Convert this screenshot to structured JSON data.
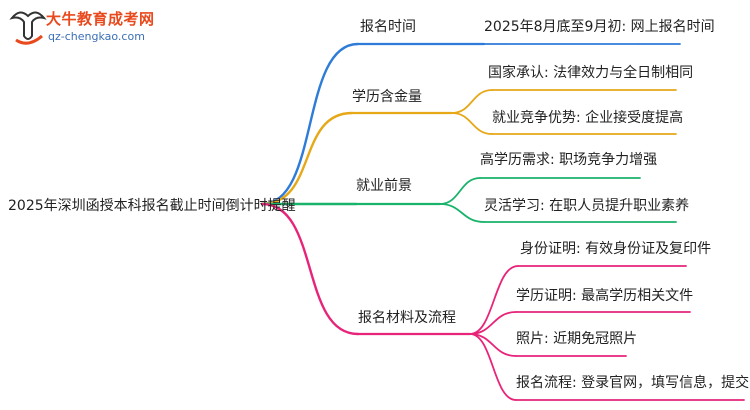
{
  "watermark": {
    "title": "大牛教育成考网",
    "url": "qz-chengkao.com"
  },
  "root": "2025年深圳函授本科报名截止时间倒计时提醒",
  "branches": [
    {
      "label": "报名时间",
      "color": "#2e7bd8",
      "children": [
        "2025年8月底至9月初: 网上报名时间"
      ]
    },
    {
      "label": "学历含金量",
      "color": "#e6a817",
      "children": [
        "国家承认: 法律效力与全日制相同",
        "就业竞争优势: 企业接受度提高"
      ]
    },
    {
      "label": "就业前景",
      "color": "#19b36b",
      "children": [
        "高学历需求: 职场竞争力增强",
        "灵活学习: 在职人员提升职业素养"
      ]
    },
    {
      "label": "报名材料及流程",
      "color": "#e8247a",
      "children": [
        "身份证明: 有效身份证及复印件",
        "学历证明: 最高学历相关文件",
        "照片: 近期免冠照片",
        "报名流程: 登录官网，填写信息，提交申请"
      ]
    }
  ]
}
